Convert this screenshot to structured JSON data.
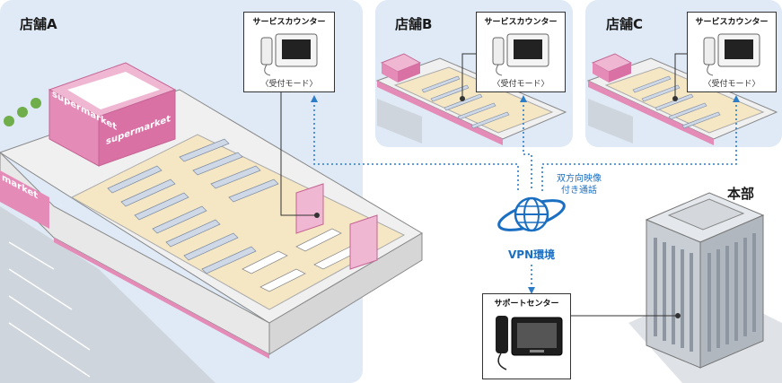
{
  "stores": [
    {
      "name": "店舗A",
      "counter": "サービスカウンター",
      "mode": "〈受付モード〉"
    },
    {
      "name": "店舗B",
      "counter": "サービスカウンター",
      "mode": "〈受付モード〉"
    },
    {
      "name": "店舗C",
      "counter": "サービスカウンター",
      "mode": "〈受付モード〉"
    }
  ],
  "signage": "supermarket",
  "signage_side": "market",
  "vpn": {
    "label": "VPN環境",
    "note_line1": "双方向映像",
    "note_line2": "付き通話"
  },
  "support": {
    "label": "サポートセンター"
  },
  "hq": {
    "label": "本部"
  },
  "colors": {
    "panel": "#dfeaf6",
    "dotted_link": "#2c7cc7",
    "accent_pink": "#e58bb8"
  }
}
